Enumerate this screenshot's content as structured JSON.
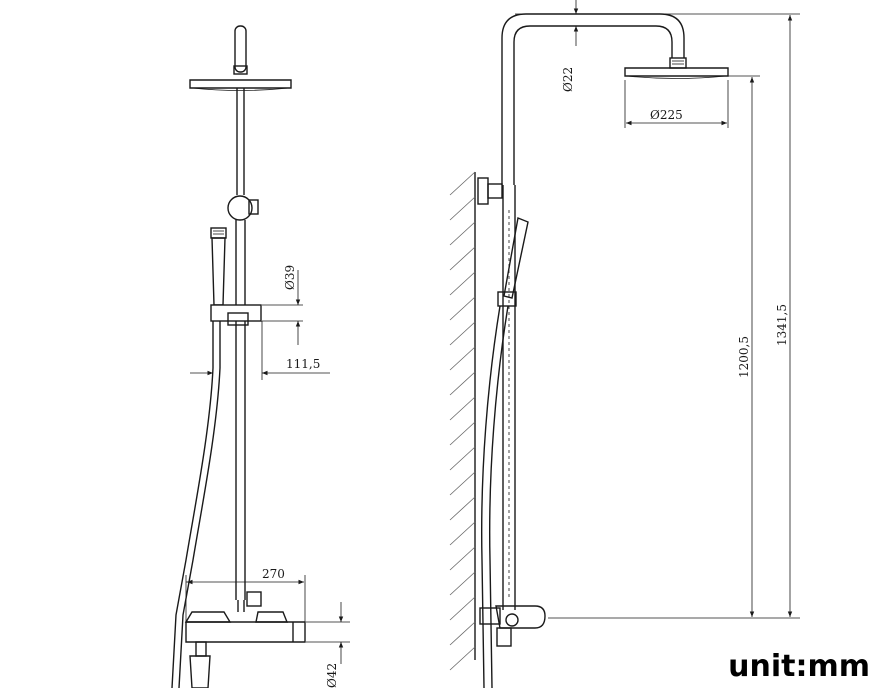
{
  "drawing": {
    "unit_label": "unit:mm",
    "dimensions": {
      "head_pipe_diameter": "Ø22",
      "head_diameter": "Ø225",
      "holder_diameter": "Ø39",
      "holder_offset": "111,5",
      "mixer_width": "270",
      "mixer_diameter": "Ø42",
      "slide_height": "1200,5",
      "total_height": "1341,5"
    }
  },
  "colors": {
    "line": "#1a1a1a",
    "background": "#ffffff"
  }
}
